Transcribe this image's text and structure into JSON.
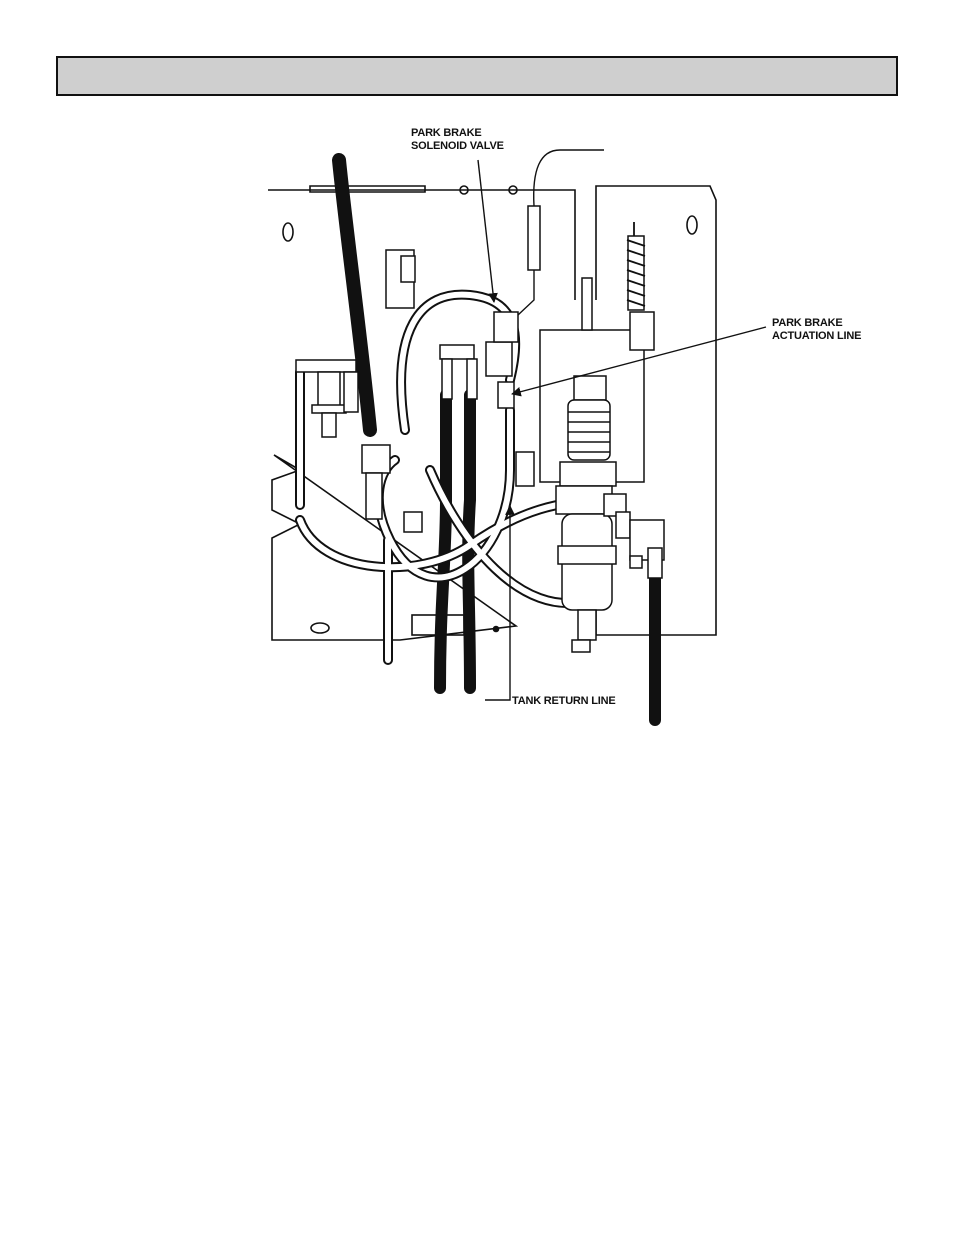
{
  "header": {
    "title": ""
  },
  "callouts": {
    "solenoid_line1": "PARK BRAKE",
    "solenoid_line2": "SOLENOID VALVE",
    "actuation_line1": "PARK BRAKE",
    "actuation_line2": "ACTUATION LINE",
    "tank_return": "TANK RETURN LINE"
  }
}
